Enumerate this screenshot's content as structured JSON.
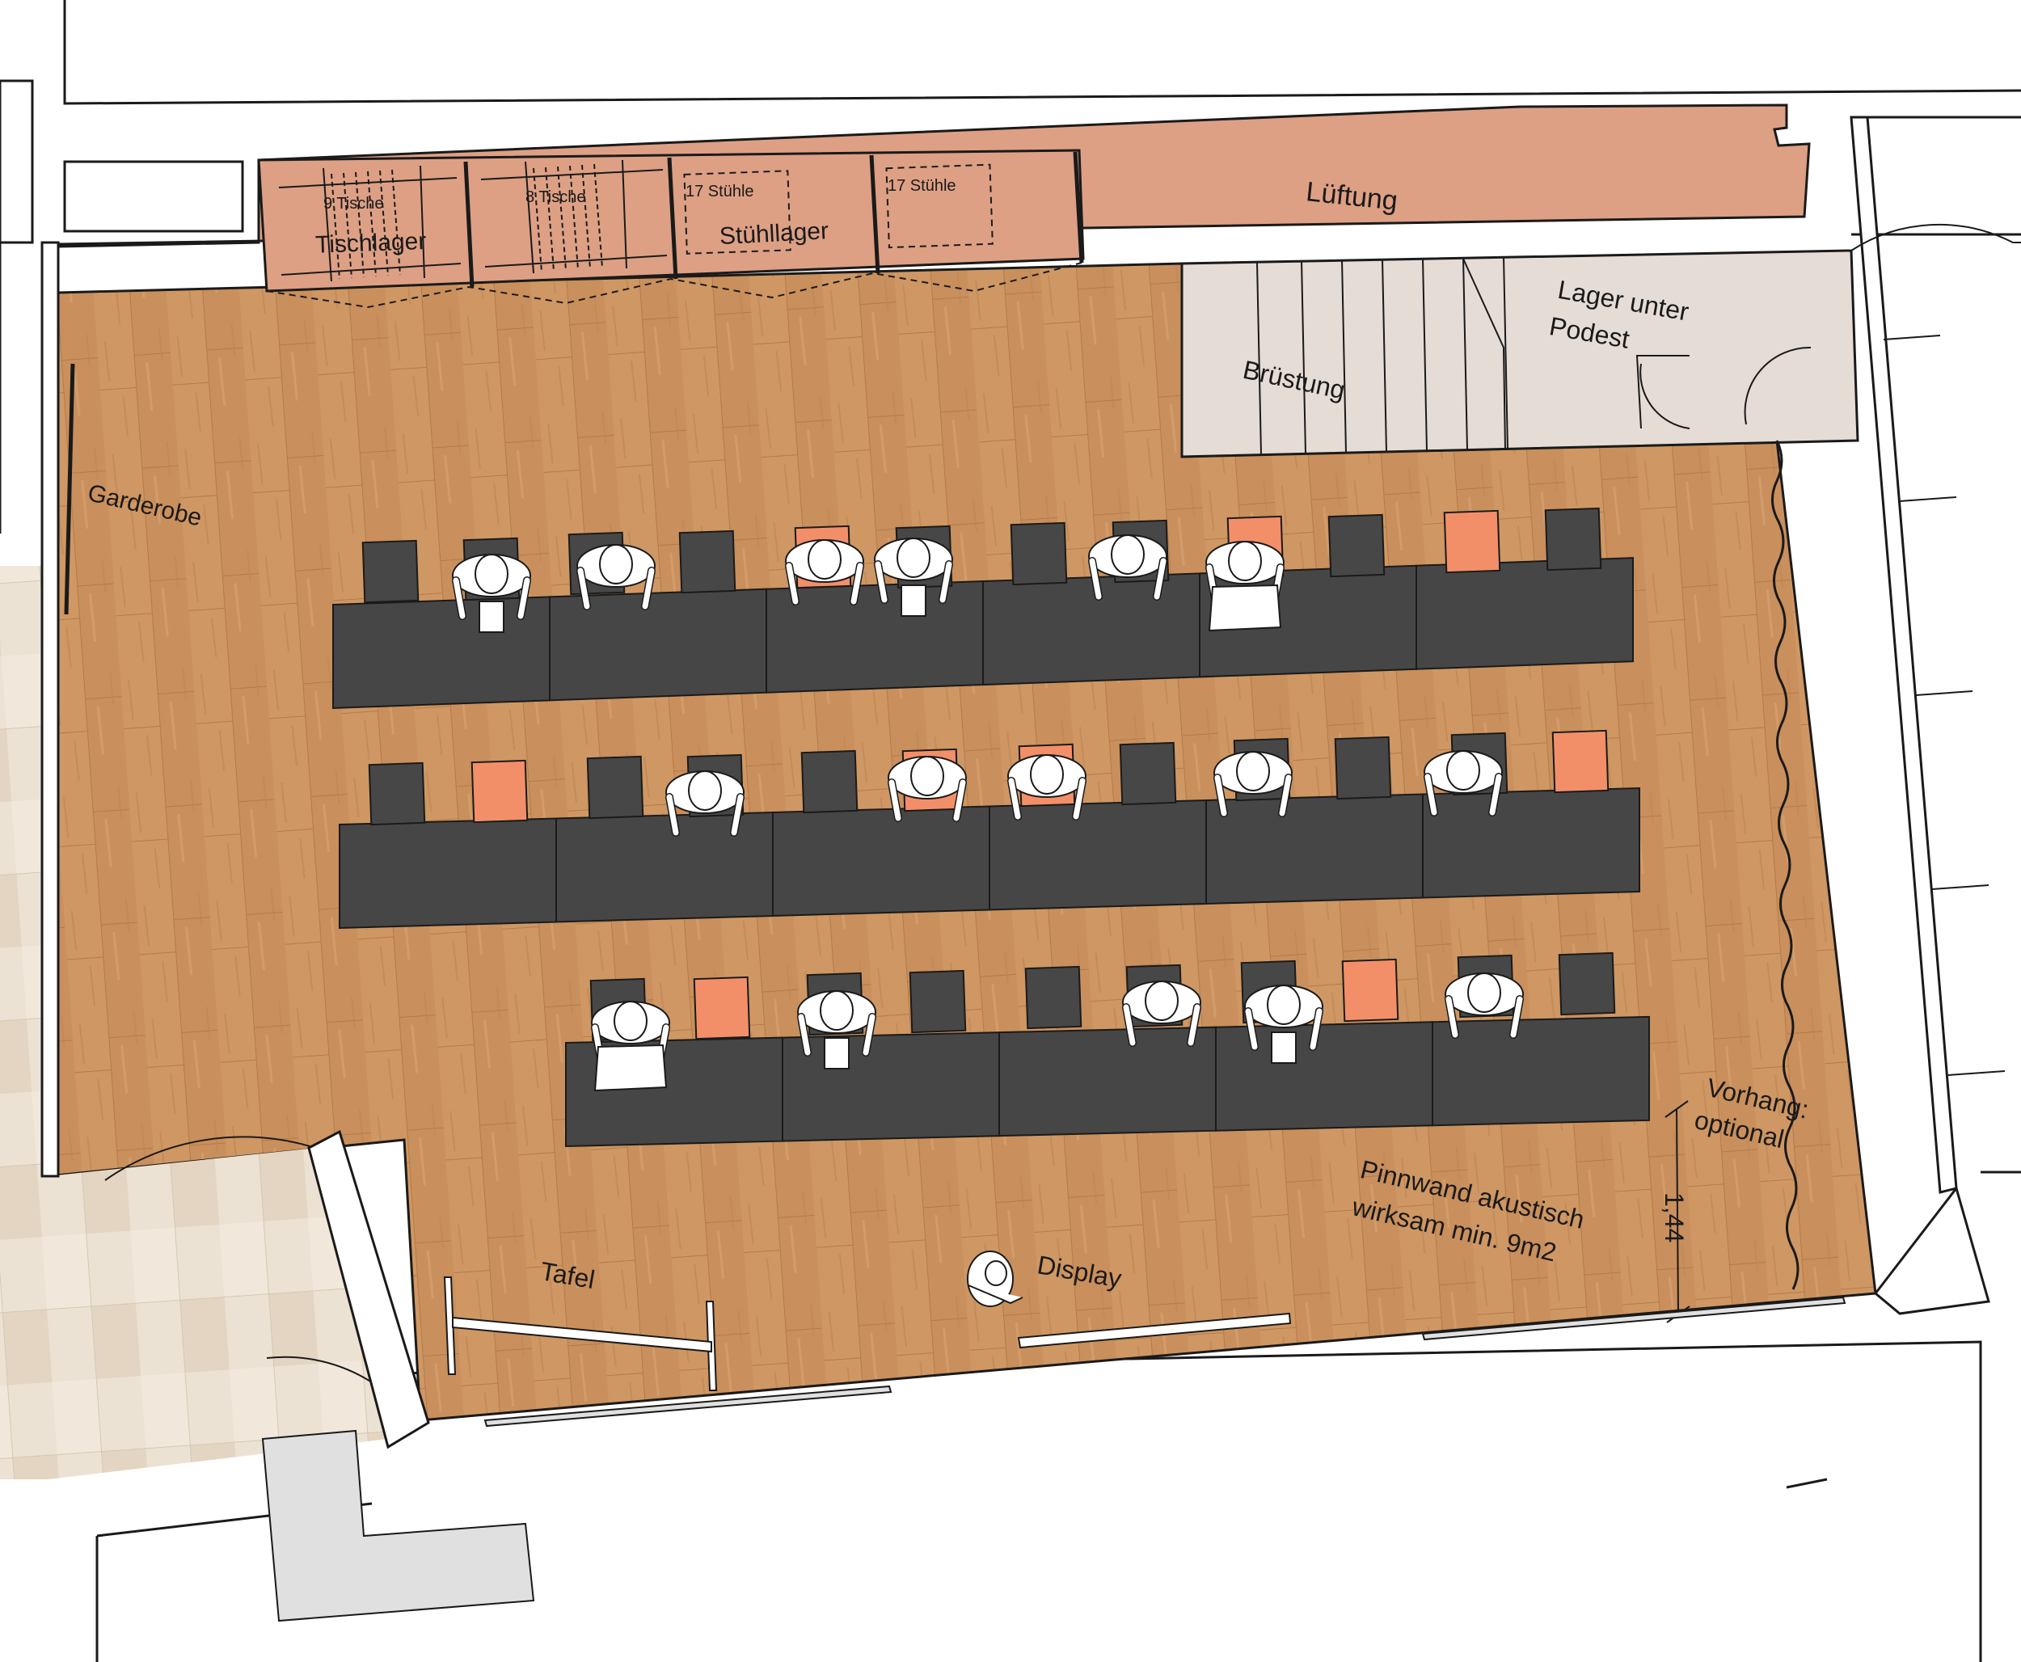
{
  "labels": {
    "tischlager": "Tischlager",
    "tische_9": "9 Tische",
    "tische_8": "8 Tische",
    "stuehle_17_a": "17 Stühle",
    "stuehllager": "Stühllager",
    "stuehle_17_b": "17 Stühle",
    "lueftung": "Lüftung",
    "lager_line1": "Lager unter",
    "lager_line2": "Podest",
    "bruestung": "Brüstung",
    "garderobe": "Garderobe",
    "vorhang_line1": "Vorhang:",
    "vorhang_line2": "optional",
    "dimension": "1,44",
    "pinnwand_line1": "Pinnwand akustisch",
    "pinnwand_line2": "wirksam min. 9m2",
    "tafel": "Tafel",
    "display": "Display"
  },
  "colors": {
    "floor": "#c98f5c",
    "storage": "#dda084",
    "podest": "#e5dcd6",
    "table": "#464646",
    "chair": "#474747",
    "chair_accent": "#f28f69",
    "tiles": "#ece2d3",
    "wall": "#ffffff",
    "stroke": "#1a1a1a"
  }
}
